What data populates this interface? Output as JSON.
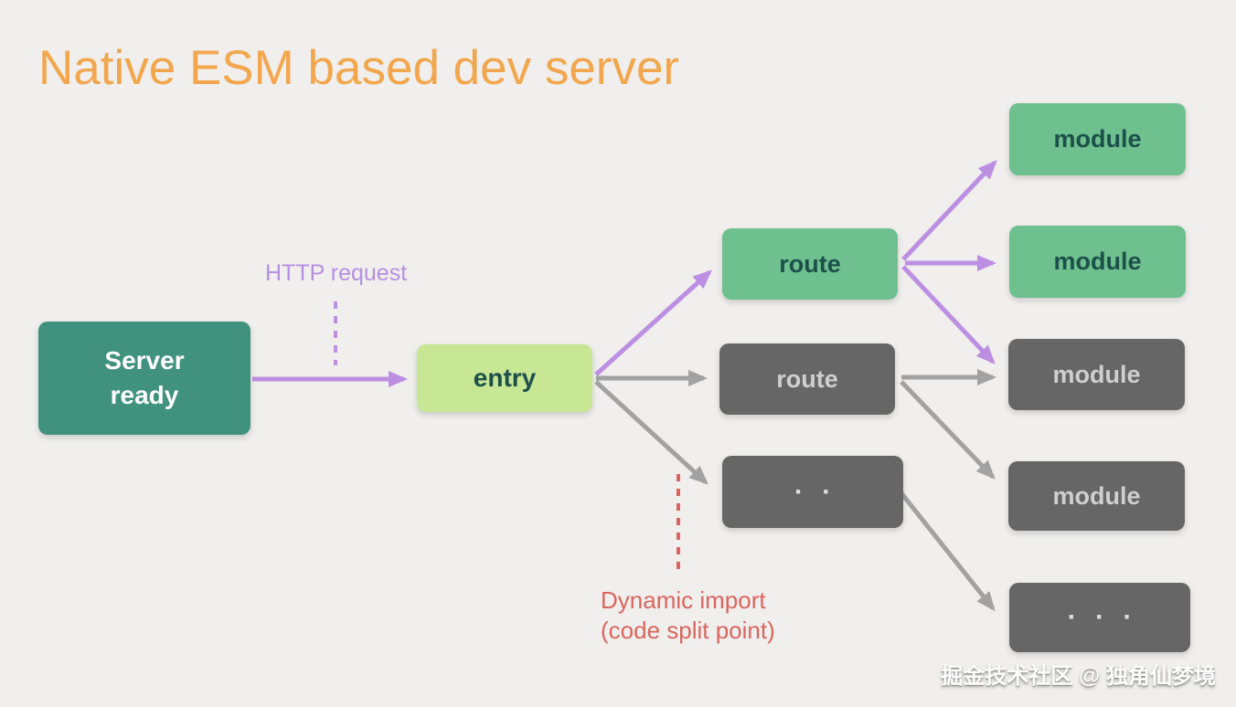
{
  "title": "Native ESM based dev server",
  "labels": {
    "http_request": "HTTP request",
    "dynamic_import_line1": "Dynamic import",
    "dynamic_import_line2": "(code split point)"
  },
  "nodes": {
    "server_ready": "Server\nready",
    "entry": "entry",
    "route_top": "route",
    "route_mid": "route",
    "dots_mid": "· ·",
    "module_1": "module",
    "module_2": "module",
    "module_3": "module",
    "module_4": "module",
    "dots_bottom": "· · ·"
  },
  "edges": [
    {
      "from": "server_ready",
      "to": "entry",
      "color": "purple",
      "style": "solid-arrow",
      "label": "HTTP request"
    },
    {
      "from": "entry",
      "to": "route_top",
      "color": "purple",
      "style": "solid-arrow"
    },
    {
      "from": "entry",
      "to": "route_mid",
      "color": "gray",
      "style": "solid-arrow"
    },
    {
      "from": "entry",
      "to": "dots_mid",
      "color": "gray",
      "style": "solid-arrow",
      "label": "Dynamic import (code split point)"
    },
    {
      "from": "route_top",
      "to": "module_1",
      "color": "purple",
      "style": "solid-arrow"
    },
    {
      "from": "route_top",
      "to": "module_2",
      "color": "purple",
      "style": "solid-arrow"
    },
    {
      "from": "route_top",
      "to": "module_3",
      "color": "purple",
      "style": "solid-arrow"
    },
    {
      "from": "route_mid",
      "to": "module_3",
      "color": "gray",
      "style": "solid-arrow"
    },
    {
      "from": "route_mid",
      "to": "module_4",
      "color": "gray",
      "style": "solid-arrow"
    },
    {
      "from": "dots_mid",
      "to": "dots_bottom",
      "color": "gray",
      "style": "solid-arrow"
    }
  ],
  "watermark": "掘金技术社区 @ 独角仙梦境",
  "colors": {
    "background": "#f0efed",
    "title_orange": "#f2a74e",
    "teal": "#40927f",
    "green": "#6ec08f",
    "light_green": "#c8e795",
    "dark_gray": "#666666",
    "box_text_dark": "#1d4f4b",
    "box_text_light": "#cfcfcf",
    "purple": "#bd8fe3",
    "purple_text": "#b78fe3",
    "gray_arrow": "#a2a2a2",
    "red": "#da655f"
  }
}
